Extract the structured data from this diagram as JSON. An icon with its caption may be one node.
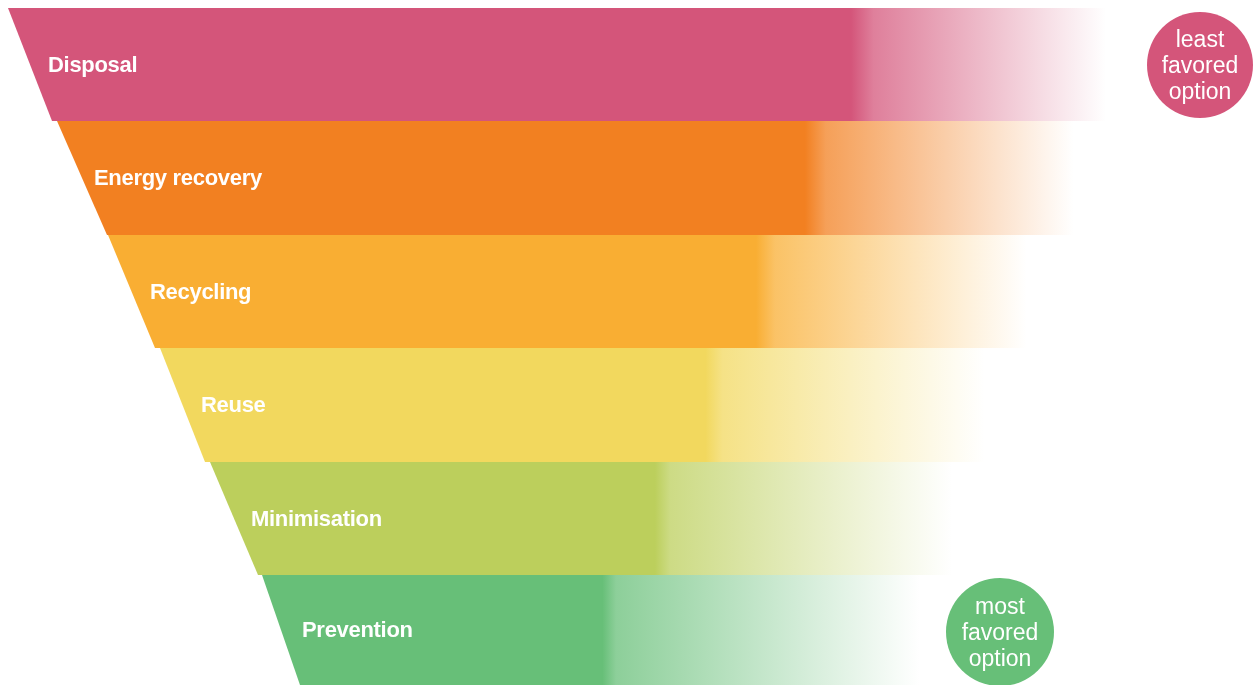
{
  "diagram": {
    "nodes": [
      {
        "text": [
          "Disposal"
        ]
      },
      {
        "text": [
          "Energy recovery"
        ]
      },
      {
        "text": [
          "Recycling"
        ]
      },
      {
        "text": [
          "Reuse"
        ]
      },
      {
        "text": [
          "Minimisation"
        ]
      },
      {
        "text": [
          "Prevention"
        ]
      },
      {
        "text": [
          "least favored option"
        ]
      },
      {
        "text": [
          "most favored option"
        ]
      }
    ],
    "edges": []
  }
}
